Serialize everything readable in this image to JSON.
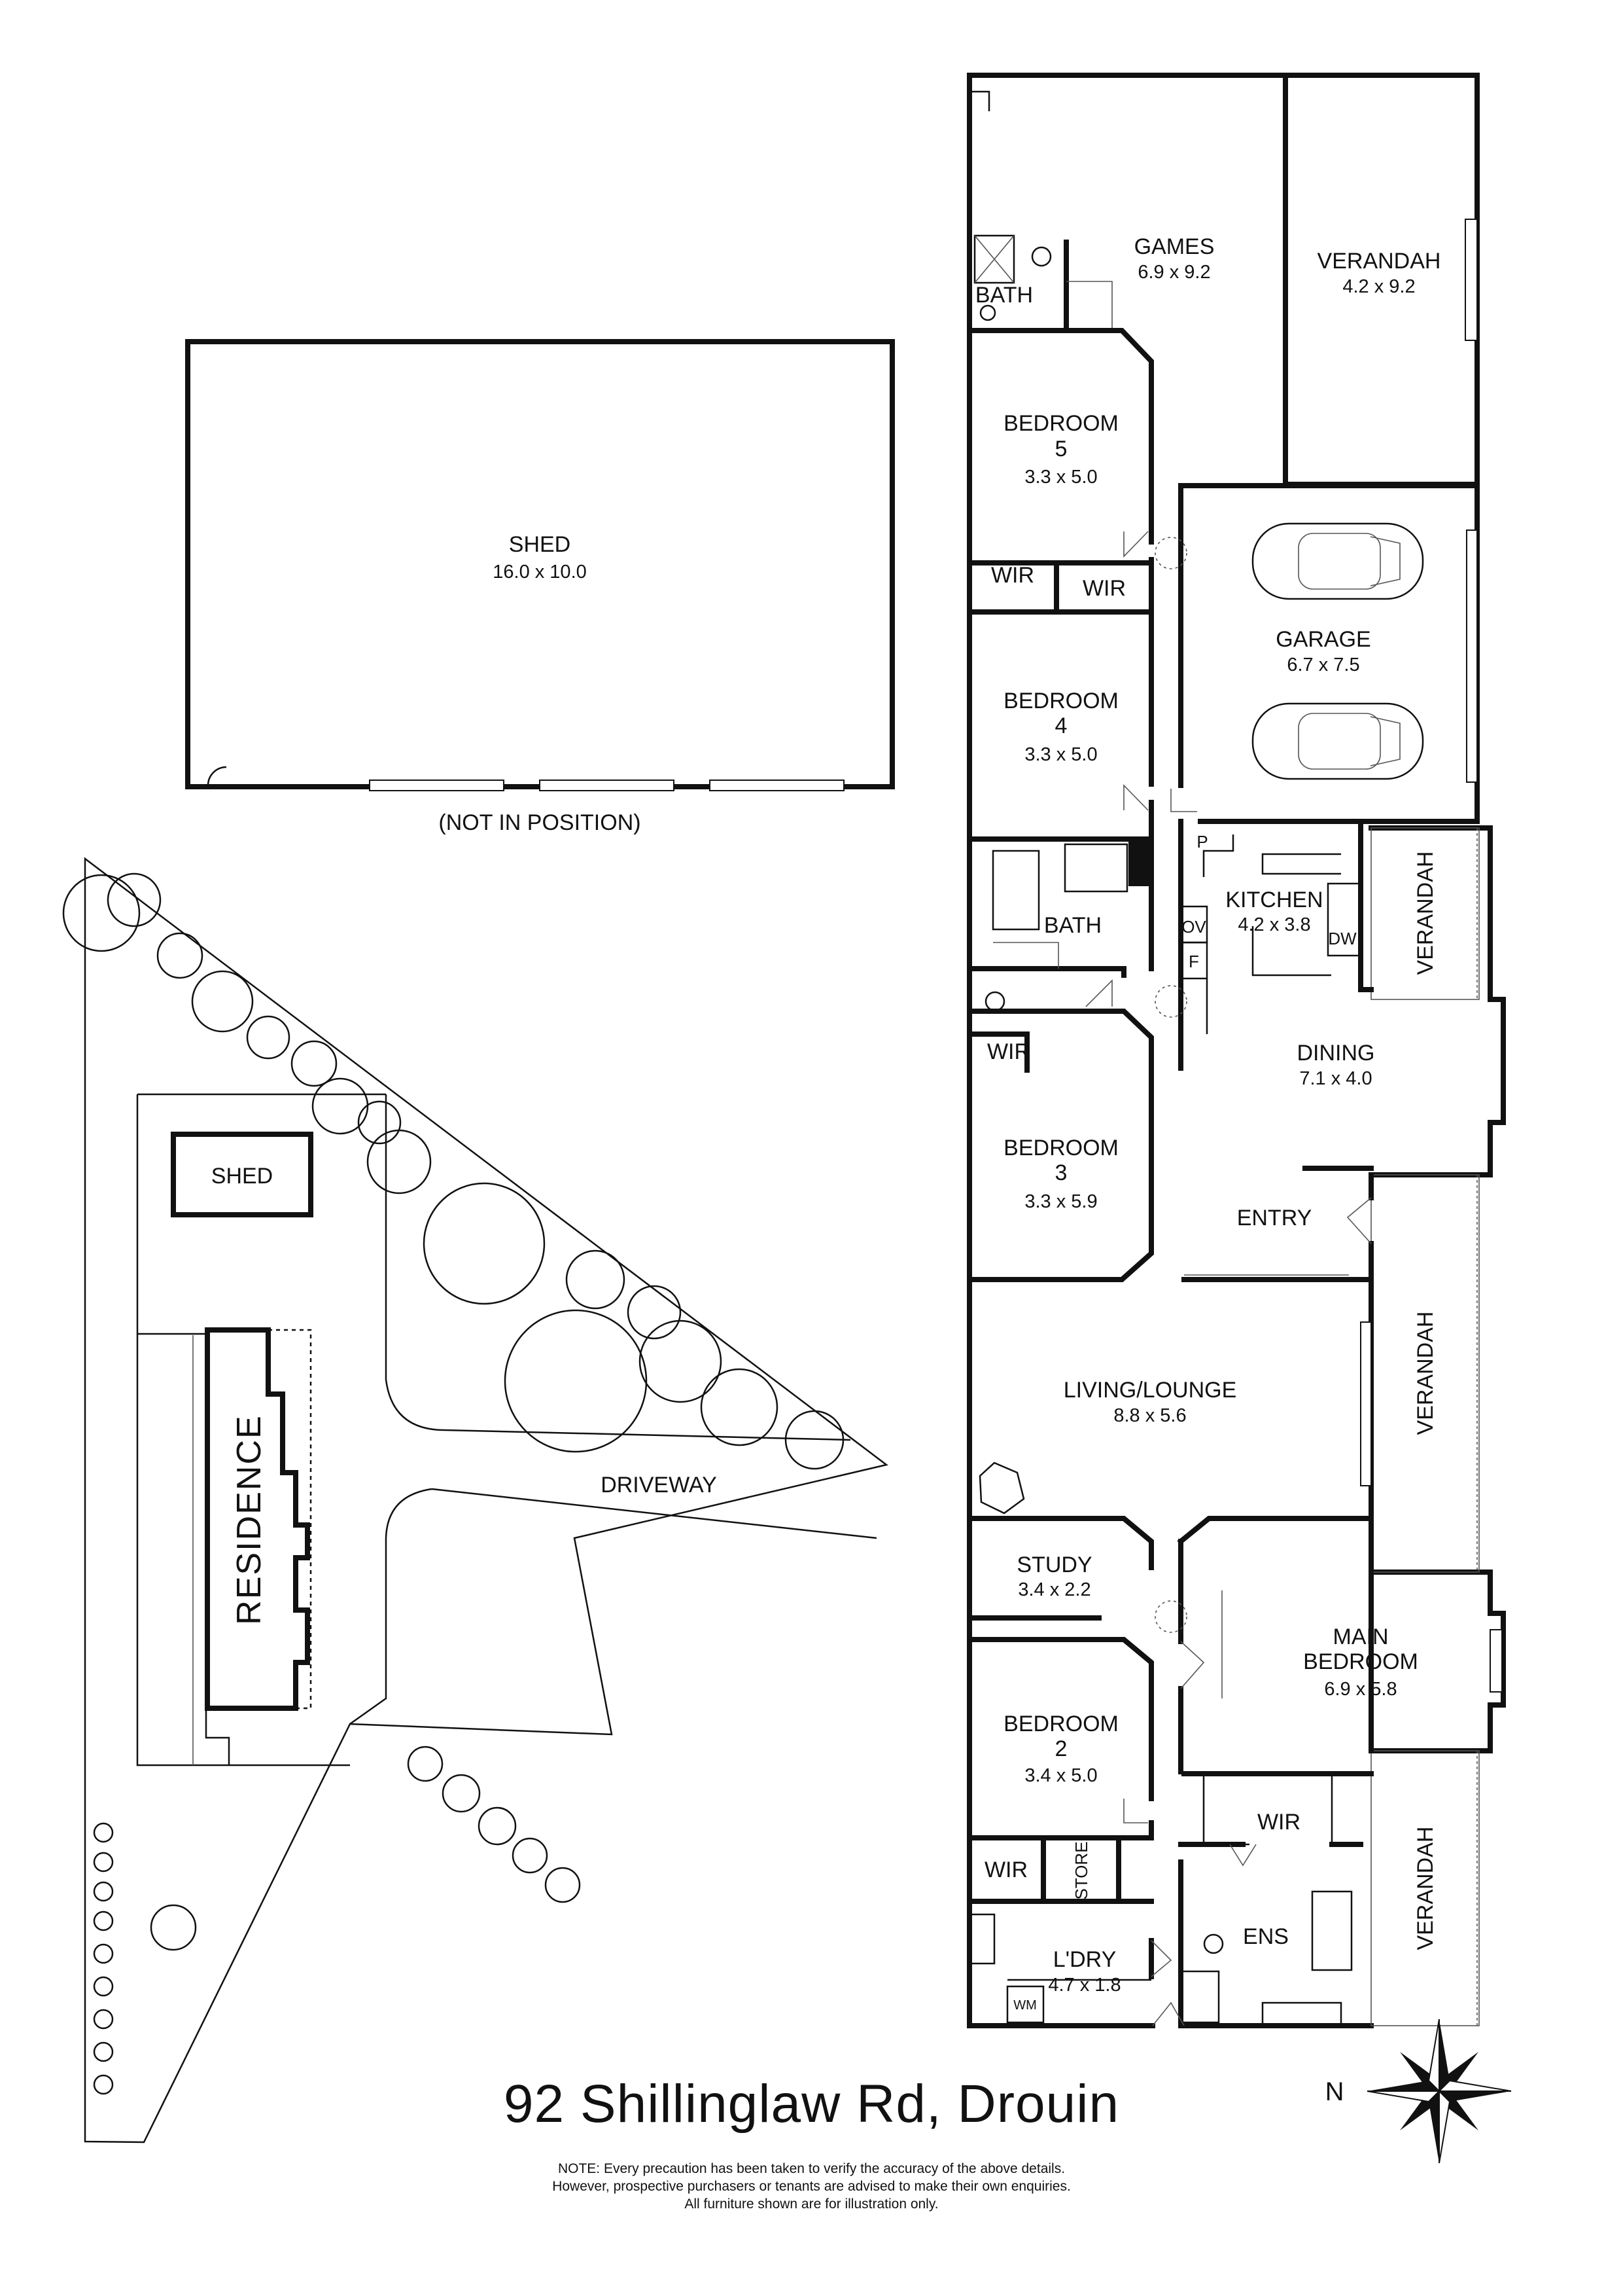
{
  "address": "92 Shillinglaw Rd, Drouin",
  "note_lines": [
    "NOTE: Every precaution has been taken to verify the accuracy of the above details.",
    "However, prospective purchasers or tenants are advised to make their own enquiries.",
    "All furniture shown are for illustration only."
  ],
  "compass_label": "N",
  "shed": {
    "name": "SHED",
    "size": "16.0 x 10.0",
    "note": "(NOT IN POSITION)"
  },
  "site": {
    "shed": "SHED",
    "residence": "RESIDENCE",
    "driveway": "DRIVEWAY"
  },
  "rooms": {
    "games": {
      "name": "GAMES",
      "size": "6.9 x 9.2"
    },
    "verandah_top": {
      "name": "VERANDAH",
      "size": "4.2 x 9.2"
    },
    "bath_top": {
      "name": "BATH"
    },
    "bedroom5": {
      "name_1": "BEDROOM",
      "name_2": "5",
      "size": "3.3 x 5.0"
    },
    "wir_b5a": {
      "name": "WIR"
    },
    "wir_b5b": {
      "name": "WIR"
    },
    "garage": {
      "name": "GARAGE",
      "size": "6.7 x 7.5"
    },
    "bedroom4": {
      "name_1": "BEDROOM",
      "name_2": "4",
      "size": "3.3 x 5.0"
    },
    "pantry": {
      "name": "P"
    },
    "kitchen": {
      "name": "KITCHEN",
      "size": "4.2 x 3.8"
    },
    "ov": {
      "name": "OV"
    },
    "fridge": {
      "name": "F"
    },
    "dw": {
      "name": "DW"
    },
    "verandah_kitchen": {
      "name": "VERANDAH"
    },
    "bath_mid": {
      "name": "BATH"
    },
    "wir_b3": {
      "name": "WIR"
    },
    "dining": {
      "name": "DINING",
      "size": "7.1 x 4.0"
    },
    "bedroom3": {
      "name_1": "BEDROOM",
      "name_2": "3",
      "size": "3.3 x 5.9"
    },
    "entry": {
      "name": "ENTRY"
    },
    "verandah_living": {
      "name": "VERANDAH"
    },
    "living": {
      "name": "LIVING/LOUNGE",
      "size": "8.8 x 5.6"
    },
    "study": {
      "name": "STUDY",
      "size": "3.4 x 2.2"
    },
    "main_bedroom": {
      "name_1": "MAIN",
      "name_2": "BEDROOM",
      "size": "6.9 x 5.8"
    },
    "bedroom2": {
      "name_1": "BEDROOM",
      "name_2": "2",
      "size": "3.4 x 5.0"
    },
    "wir_main": {
      "name": "WIR"
    },
    "verandah_bottom": {
      "name": "VERANDAH"
    },
    "wir_b2": {
      "name": "WIR"
    },
    "store": {
      "name": "STORE"
    },
    "ens": {
      "name": "ENS"
    },
    "laundry": {
      "name": "L'DRY",
      "size": "4.7 x 1.8"
    },
    "wm": {
      "name": "WM"
    }
  }
}
